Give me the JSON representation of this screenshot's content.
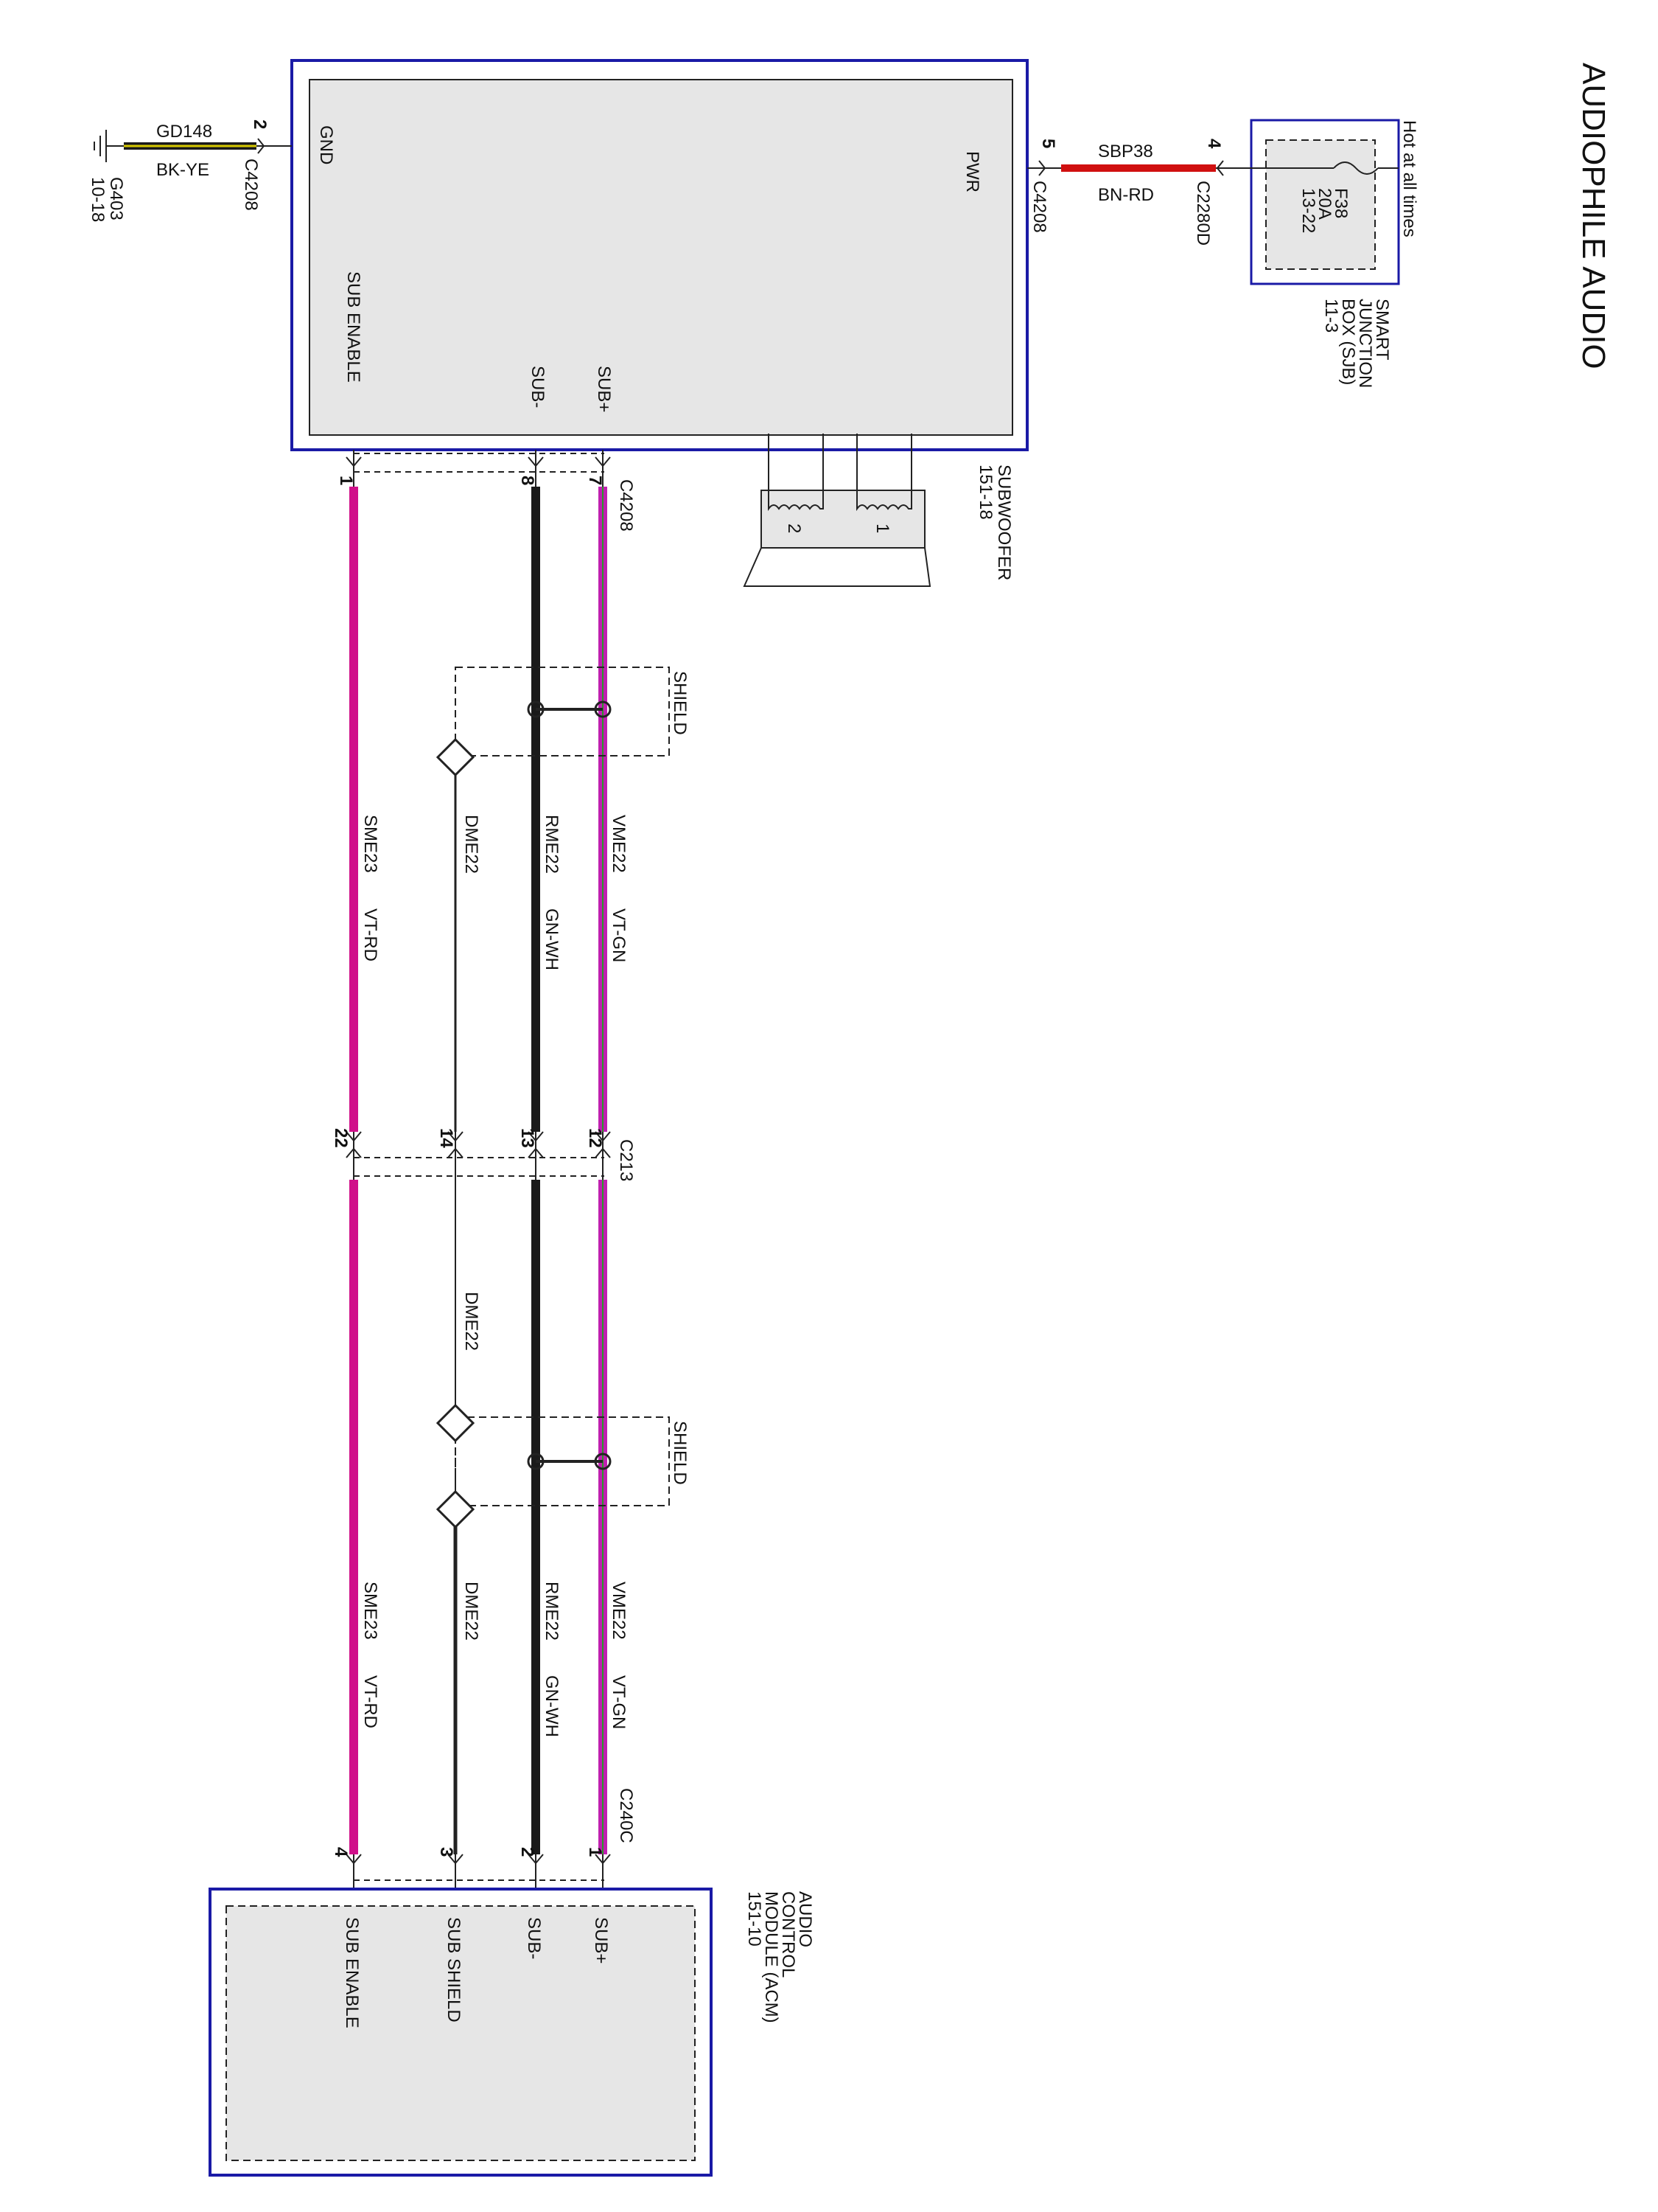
{
  "title": "AUDIOPHILE AUDIO",
  "colors": {
    "box_border": "#1a1aa6",
    "box_fill": "#e6e6e6",
    "vt_gn": "#c020b0",
    "vt_rd": "#d0108a",
    "gn_wh": "#1a1a1a",
    "bn_rd": "#d01010",
    "bk_ye": "#1a1a1a"
  },
  "subwoofer": {
    "name": "SUBWOOFER",
    "ref": "151-18",
    "pins": {
      "gnd": "GND",
      "pwr": "PWR",
      "sub_enable": "SUB ENABLE",
      "sub_minus": "SUB-",
      "sub_plus": "SUB+"
    },
    "coil_numbers": [
      "1",
      "2"
    ]
  },
  "ground": {
    "pin": "2",
    "connector": "C4208",
    "circuit": "GD148",
    "wire_color": "BK-YE",
    "ground_id": "G403",
    "ground_ref": "10-18"
  },
  "power": {
    "pin_sub": "5",
    "connector_sub": "C4208",
    "circuit": "SBP38",
    "wire_color": "BN-RD",
    "pin_sjb": "4",
    "connector_sjb": "C2280D"
  },
  "sjb": {
    "hot_label": "Hot at all times",
    "fuse_id": "F38",
    "fuse_rating": "20A",
    "fuse_ref": "13-22",
    "name_line1": "SMART",
    "name_line2": "JUNCTION",
    "name_line3": "BOX (SJB)",
    "ref": "11-3"
  },
  "c4208": {
    "label": "C4208",
    "pins": [
      "7",
      "8",
      "1"
    ]
  },
  "c213": {
    "label": "C213",
    "pins": [
      "12",
      "13",
      "14",
      "22"
    ]
  },
  "c240c": {
    "label": "C240C",
    "pins": [
      "1",
      "2",
      "3",
      "4"
    ]
  },
  "shield_label": "SHIELD",
  "wires_upper": {
    "sub_plus": {
      "circuit": "VME22",
      "color": "VT-GN"
    },
    "sub_minus": {
      "circuit": "RME22",
      "color": "GN-WH"
    },
    "drain": {
      "circuit": "DME22"
    },
    "enable": {
      "circuit": "SME23",
      "color": "VT-RD"
    }
  },
  "wires_lower": {
    "drain_mid": {
      "circuit": "DME22"
    },
    "sub_plus": {
      "circuit": "VME22",
      "color": "VT-GN"
    },
    "sub_minus": {
      "circuit": "RME22",
      "color": "GN-WH"
    },
    "drain": {
      "circuit": "DME22"
    },
    "enable": {
      "circuit": "SME23",
      "color": "VT-RD"
    }
  },
  "acm": {
    "name_line1": "AUDIO",
    "name_line2": "CONTROL",
    "name_line3": "MODULE (ACM)",
    "ref": "151-10",
    "pins": {
      "sub_plus": "SUB+",
      "sub_minus": "SUB-",
      "sub_shield": "SUB SHIELD",
      "sub_enable": "SUB ENABLE"
    }
  }
}
